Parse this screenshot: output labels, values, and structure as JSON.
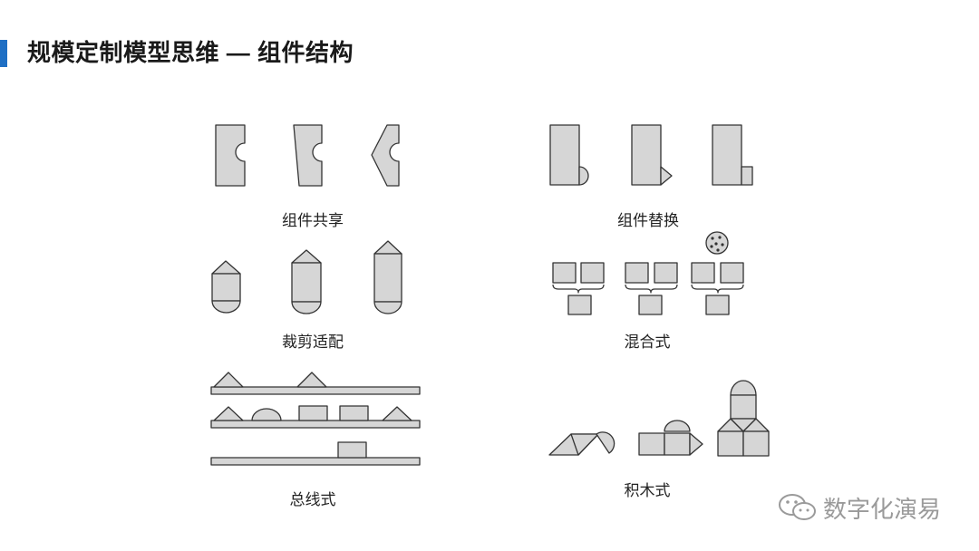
{
  "slide": {
    "title": "规模定制模型思维 — 组件结构"
  },
  "labels": {
    "component_sharing": "组件共享",
    "component_swapping": "组件替换",
    "cut_to_fit": "裁剪适配",
    "mix": "混合式",
    "bus": "总线式",
    "building_block": "积木式"
  },
  "watermark": {
    "text": "数字化演易",
    "icon": "wechat-icon"
  },
  "colors": {
    "accent": "#1f6fc4",
    "shape_fill": "#d6d6d6",
    "stroke": "#333333"
  }
}
